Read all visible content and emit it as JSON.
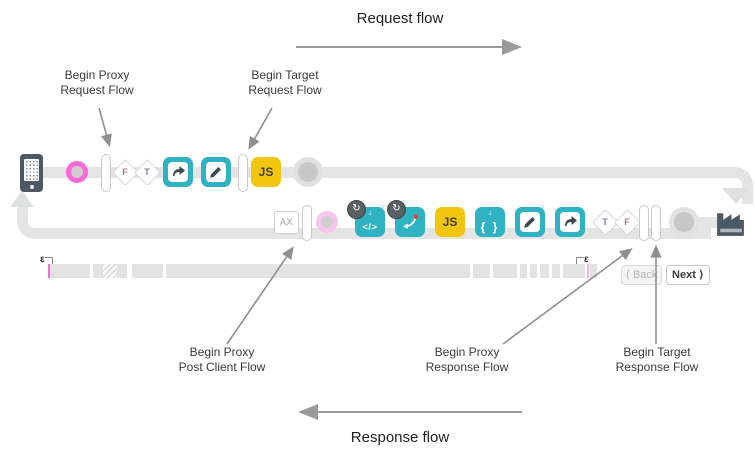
{
  "flow_titles": {
    "request": "Request flow",
    "response": "Response flow"
  },
  "annotations": {
    "begin_proxy_request": {
      "line1": "Begin Proxy",
      "line2": "Request Flow"
    },
    "begin_target_request": {
      "line1": "Begin Target",
      "line2": "Request Flow"
    },
    "begin_proxy_post_client": {
      "line1": "Begin Proxy",
      "line2": "Post Client Flow"
    },
    "begin_proxy_response": {
      "line1": "Begin Proxy",
      "line2": "Response Flow"
    },
    "begin_target_response": {
      "line1": "Begin Target",
      "line2": "Response Flow"
    }
  },
  "request_lane": {
    "condition_false": "F",
    "condition_true": "T",
    "js_policy": "JS"
  },
  "response_lane": {
    "analytics_label": "AX",
    "code_glyph": "</>",
    "braces_glyph": "{ }",
    "down_arrow_glyph": "↓",
    "refresh_badge_glyph": "↻",
    "js_policy": "JS",
    "condition_true": "T",
    "condition_false": "F"
  },
  "timeline": {
    "left_mark": "ε",
    "right_mark": "ε",
    "back_button": "⟨ Back",
    "next_button": "Next ⟩"
  },
  "colors": {
    "teal": "#2fb3c2",
    "yellow": "#f2c50f",
    "pink": "#fb68d8",
    "pink-faded": "#f7c6ec",
    "track": "#e4e4e4",
    "slate": "#4d5962",
    "red-dot": "#e8432d",
    "arrow": "#8f8f8f",
    "label-text": "#3a3a3a",
    "cond-true-text": "#7d7d9b",
    "cond-false-text": "#a57878"
  }
}
